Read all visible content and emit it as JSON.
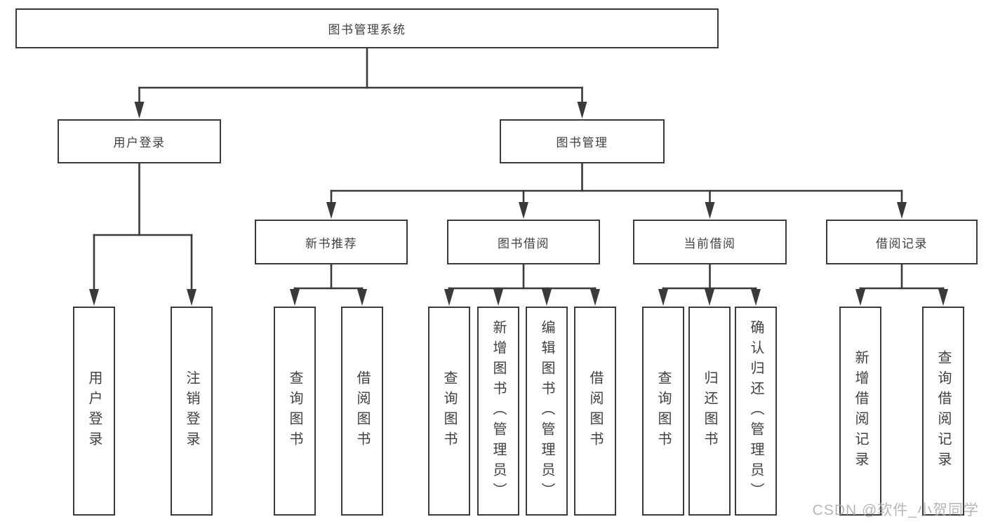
{
  "tree": {
    "label": "图书管理系统",
    "children": [
      {
        "label": "用户登录",
        "children": [
          {
            "label": "用户登录"
          },
          {
            "label": "注销登录"
          }
        ]
      },
      {
        "label": "图书管理",
        "children": [
          {
            "label": "新书推荐",
            "children": [
              {
                "label": "查询图书"
              },
              {
                "label": "借阅图书"
              }
            ]
          },
          {
            "label": "图书借阅",
            "children": [
              {
                "label": "查询图书"
              },
              {
                "label": "新增图书（管理员）"
              },
              {
                "label": "编辑图书（管理员）"
              },
              {
                "label": "借阅图书"
              }
            ]
          },
          {
            "label": "当前借阅",
            "children": [
              {
                "label": "查询图书"
              },
              {
                "label": "归还图书"
              },
              {
                "label": "确认归还（管理员）"
              }
            ]
          },
          {
            "label": "借阅记录",
            "children": [
              {
                "label": "新增借阅记录"
              },
              {
                "label": "查询借阅记录"
              }
            ]
          }
        ]
      }
    ]
  },
  "watermark": {
    "text": "CSDN @软件_小贺同学"
  },
  "colors": {
    "line": "#3a3a3a",
    "text": "#404040",
    "watermark": "#aaaaaa",
    "background": "#ffffff"
  }
}
